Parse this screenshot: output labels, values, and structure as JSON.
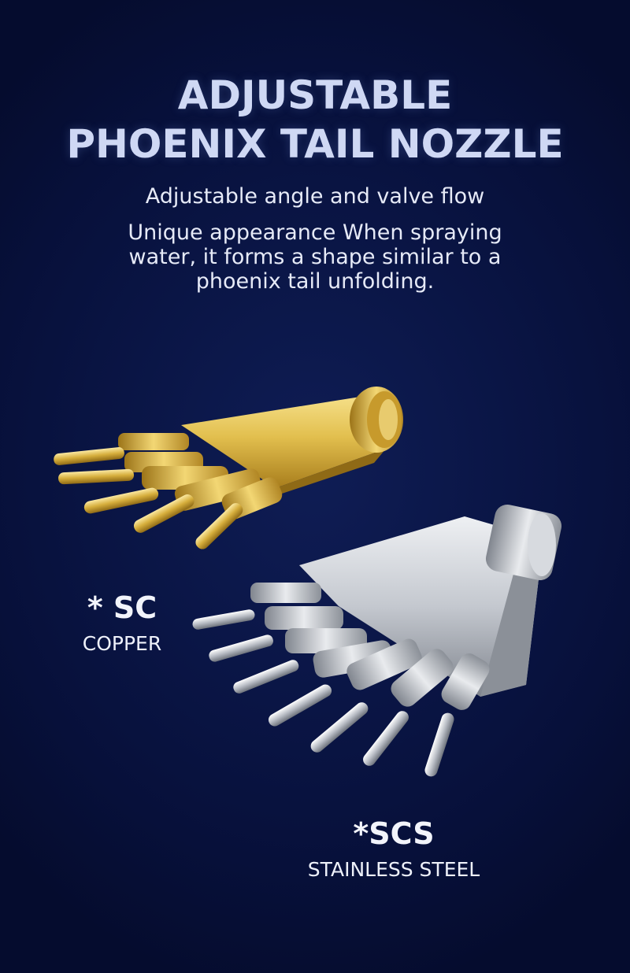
{
  "header": {
    "title_line1": "ADJUSTABLE",
    "title_line2": "PHOENIX TAIL NOZZLE",
    "subtitle": "Adjustable angle and valve flow",
    "description": "Unique appearance When spraying water, it forms a shape similar to a phoenix tail unfolding."
  },
  "products": {
    "copper": {
      "code": "* SC",
      "material": "COPPER"
    },
    "steel": {
      "code": "*SCS",
      "material": "STAINLESS STEEL"
    }
  },
  "colors": {
    "background": "#0a1545",
    "copper": "#d9b441",
    "steel": "#c9ccd2"
  }
}
